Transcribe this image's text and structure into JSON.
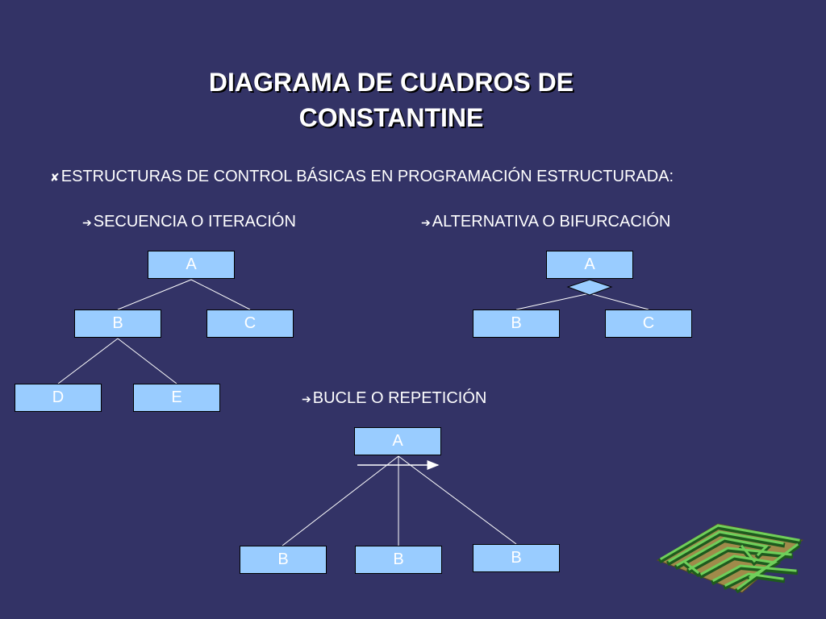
{
  "title": {
    "line1": "DIAGRAMA DE CUADROS DE",
    "line2": "CONSTANTINE"
  },
  "intro": {
    "bullet": "✘",
    "text": "ESTRUCTURAS DE CONTROL BÁSICAS EN PROGRAMACIÓN ESTRUCTURADA:"
  },
  "sections": {
    "secuencia": {
      "bullet": "➔",
      "label": "SECUENCIA O ITERACIÓN",
      "boxes": [
        "A",
        "B",
        "C",
        "D",
        "E"
      ]
    },
    "alternativa": {
      "bullet": "➔",
      "label": "ALTERNATIVA O BIFURCACIÓN",
      "boxes": [
        "A",
        "B",
        "C"
      ]
    },
    "bucle": {
      "bullet": "➔",
      "label": "BUCLE O REPETICIÓN",
      "boxes": [
        "A",
        "B",
        "B",
        "B"
      ]
    }
  },
  "colors": {
    "background": "#333366",
    "box_fill": "#99ccff",
    "text": "#ffffff"
  },
  "decoration": "maze-clipart"
}
